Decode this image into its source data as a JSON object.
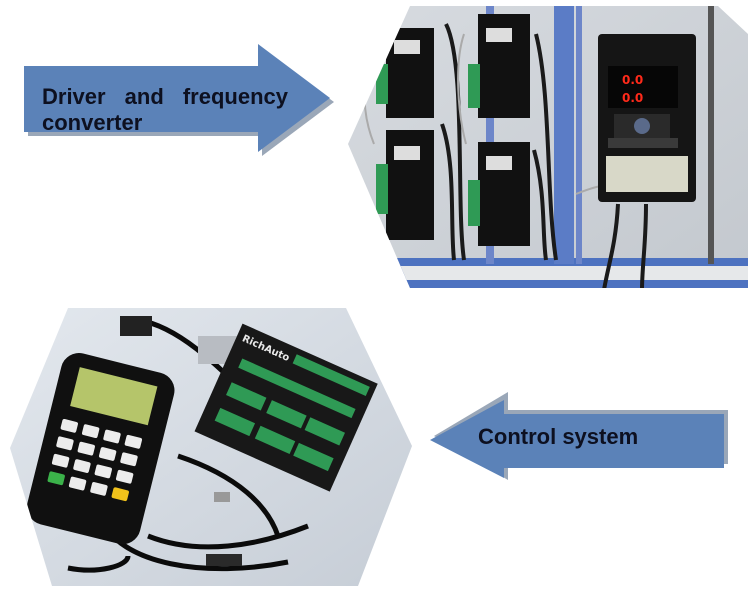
{
  "labels": {
    "driver": "Driver and frequency converter",
    "control": "Control system"
  },
  "photo_text": {
    "inverter_display_1": "0.0",
    "inverter_display_2": "0.0",
    "board_brand": "RichAuto"
  },
  "colors": {
    "arrow_fill": "#5b82b8",
    "arrow_shadow": "#9aa7b8",
    "inverter_led": "#ff2a1a",
    "terminal_green": "#2f9a55"
  }
}
